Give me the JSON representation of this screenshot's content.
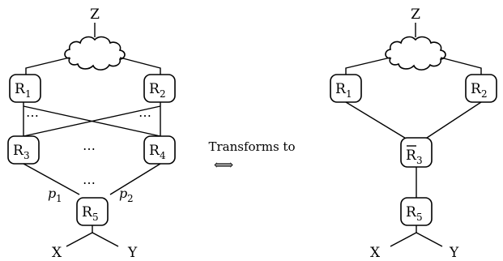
{
  "left": {
    "top_label": "Z",
    "nodes": {
      "r1": {
        "main": "R",
        "sub": "1"
      },
      "r2": {
        "main": "R",
        "sub": "2"
      },
      "r3": {
        "main": "R",
        "sub": "3"
      },
      "r4": {
        "main": "R",
        "sub": "4"
      },
      "r5": {
        "main": "R",
        "sub": "5"
      }
    },
    "dots": "⋯",
    "path_labels": {
      "p1": {
        "main": "p",
        "sub": "1"
      },
      "p2": {
        "main": "p",
        "sub": "2"
      }
    },
    "bottom_labels": {
      "x": "X",
      "y": "Y"
    }
  },
  "middle": {
    "caption": "Transforms to",
    "arrow": "⟺"
  },
  "right": {
    "top_label": "Z",
    "nodes": {
      "r1": {
        "main": "R",
        "sub": "1"
      },
      "r2": {
        "main": "R",
        "sub": "2"
      },
      "r3bar": {
        "main": "R",
        "sub": "3"
      },
      "r5": {
        "main": "R",
        "sub": "5"
      }
    },
    "bottom_labels": {
      "x": "X",
      "y": "Y"
    }
  }
}
